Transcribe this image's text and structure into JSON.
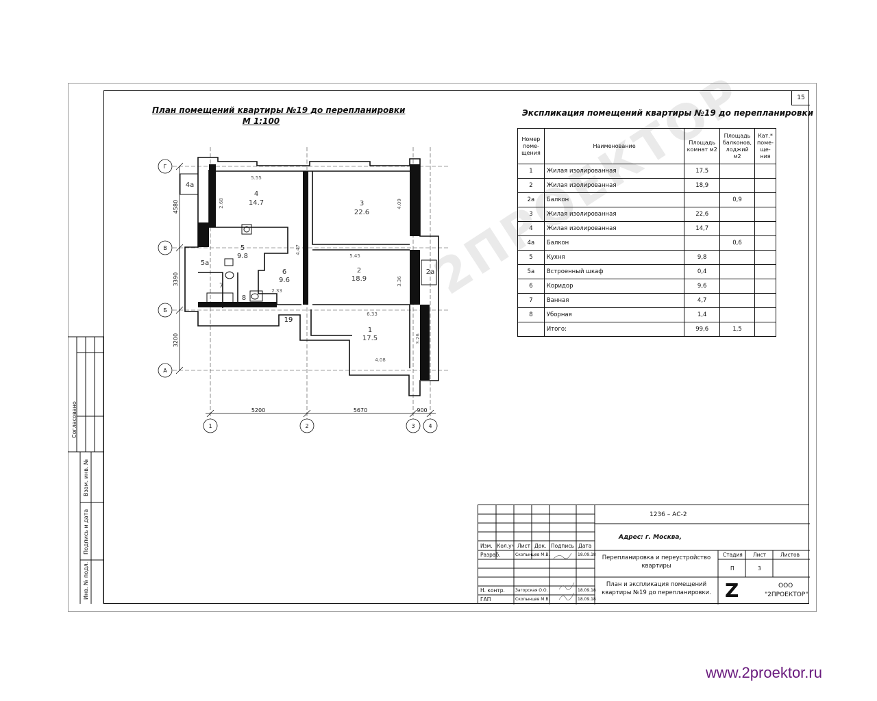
{
  "sheet_number": "15",
  "plan": {
    "title_line1": "План помещений квартиры №19 до перепланировки",
    "title_line2": "М 1:100",
    "apartment_label": "19",
    "row_axes": [
      "Г",
      "В",
      "Б",
      "А"
    ],
    "col_axes": [
      "1",
      "2",
      "3",
      "4"
    ],
    "row_dims": [
      "4580",
      "3390",
      "3200"
    ],
    "col_dims": [
      "5200",
      "5670",
      "900"
    ],
    "rooms": [
      {
        "num": "4",
        "area": "14.7"
      },
      {
        "num": "3",
        "area": "22.6"
      },
      {
        "num": "5",
        "area": "9.8"
      },
      {
        "num": "6",
        "area": "9.6"
      },
      {
        "num": "2",
        "area": "18.9"
      },
      {
        "num": "1",
        "area": "17.5"
      },
      {
        "num": "7",
        "area": ""
      },
      {
        "num": "8",
        "area": ""
      },
      {
        "num": "5a",
        "area": ""
      },
      {
        "num": "4a",
        "area": ""
      },
      {
        "num": "2a",
        "area": ""
      }
    ],
    "inner_dims": [
      "5.55",
      "2.68",
      "4.09",
      "4.47",
      "5.45",
      "3.36",
      "2.33",
      "6.33",
      "3.26",
      "4.08"
    ]
  },
  "explication": {
    "title": "Экспликация помещений квартиры №19 до перепланировки",
    "headers": [
      "Номер поме-щения",
      "Наименование",
      "Площадь комнат м2",
      "Площадь балконов, лоджий м2",
      "Кат.* поме-ще-ния"
    ],
    "rows": [
      {
        "num": "1",
        "name": "Жилая изолированная",
        "area": "17,5",
        "balcony": "",
        "cat": ""
      },
      {
        "num": "2",
        "name": "Жилая изолированная",
        "area": "18,9",
        "balcony": "",
        "cat": ""
      },
      {
        "num": "2а",
        "name": "Балкон",
        "area": "",
        "balcony": "0,9",
        "cat": ""
      },
      {
        "num": "3",
        "name": "Жилая изолированная",
        "area": "22,6",
        "balcony": "",
        "cat": ""
      },
      {
        "num": "4",
        "name": "Жилая изолированная",
        "area": "14,7",
        "balcony": "",
        "cat": ""
      },
      {
        "num": "4а",
        "name": "Балкон",
        "area": "",
        "balcony": "0,6",
        "cat": ""
      },
      {
        "num": "5",
        "name": "Кухня",
        "area": "9,8",
        "balcony": "",
        "cat": ""
      },
      {
        "num": "5а",
        "name": "Встроенный шкаф",
        "area": "0,4",
        "balcony": "",
        "cat": ""
      },
      {
        "num": "6",
        "name": "Коридор",
        "area": "9,6",
        "balcony": "",
        "cat": ""
      },
      {
        "num": "7",
        "name": "Ванная",
        "area": "4,7",
        "balcony": "",
        "cat": ""
      },
      {
        "num": "8",
        "name": "Уборная",
        "area": "1,4",
        "balcony": "",
        "cat": ""
      }
    ],
    "total": {
      "label": "Итого:",
      "area": "99,6",
      "balcony": "1,5"
    }
  },
  "side_stamp": {
    "agreed": "Согласовано",
    "inv_ref": "Взам. инв. №",
    "signature_date": "Подпись и дата",
    "inv_orig": "Инв. № подл."
  },
  "stamp": {
    "code": "1236 – АС-2",
    "address": "Адрес: г. Москва,",
    "col_headers": [
      "Изм.",
      "Кол.уч",
      "Лист",
      "Док.",
      "Подпись",
      "Дата"
    ],
    "people": [
      {
        "role": "Разраб.",
        "name": "Скопынцев М.В.",
        "date": "18.09.18"
      },
      {
        "role": "Н. контр.",
        "name": "Загорская О.О.",
        "date": "18.09.18"
      },
      {
        "role": "ГАП",
        "name": "Скопынцев М.В.",
        "date": "18.09.18"
      }
    ],
    "project_title": "Перепланировка и переустройство квартиры",
    "sheet_title": "План и экспликация помещений квартиры №19 до перепланировки.",
    "stage_label": "Стадия",
    "sheet_label": "Лист",
    "sheets_label": "Листов",
    "stage": "П",
    "sheet": "3",
    "company_line1": "ООО",
    "company_line2": "\"2ПРОЕКТОР\"",
    "logo_letter": "Z"
  },
  "watermark": "2ПРОЕКТОР",
  "site_url": "www.2proektor.ru"
}
